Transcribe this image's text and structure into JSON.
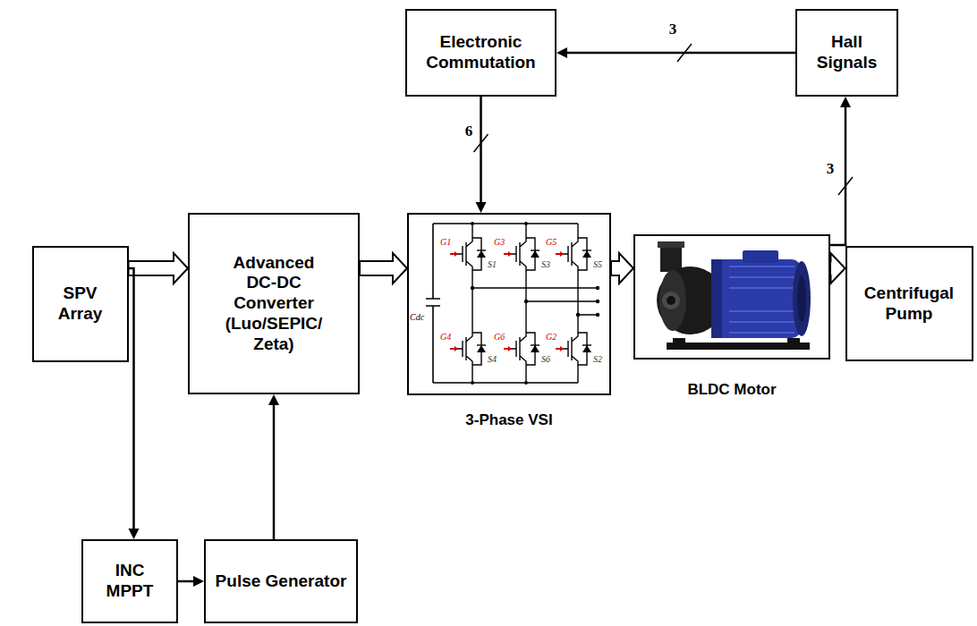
{
  "diagram": {
    "nodes": [
      {
        "text": [
          "Electronic Commutation"
        ]
      },
      {
        "text": [
          "Hall Signals"
        ]
      },
      {
        "text": [
          "SPV Array"
        ]
      },
      {
        "text": [
          "Advanced DC-DC Converter (Luo/SEPIC/ Zeta)"
        ]
      },
      {
        "text": [
          "3-Phase VSI"
        ]
      },
      {
        "text": [
          "BLDC Motor"
        ]
      },
      {
        "text": [
          "Centrifugal Pump"
        ]
      },
      {
        "text": [
          "INC MPPT"
        ]
      },
      {
        "text": [
          "Pulse Generator"
        ]
      }
    ],
    "edges": [
      {
        "from": 1,
        "to": 0,
        "arrow": "to",
        "label": "3"
      },
      {
        "from": 0,
        "to": 4,
        "arrow": "to",
        "label": "6"
      },
      {
        "from": 5,
        "to": 1,
        "arrow": "to",
        "label": "3"
      },
      {
        "from": 2,
        "to": 3,
        "arrow": "to"
      },
      {
        "from": 2,
        "to": 7,
        "arrow": "to"
      },
      {
        "from": 3,
        "to": 4,
        "arrow": "to"
      },
      {
        "from": 4,
        "to": 5,
        "arrow": "to"
      },
      {
        "from": 5,
        "to": 6,
        "arrow": "to"
      },
      {
        "from": 7,
        "to": 8,
        "arrow": "to"
      },
      {
        "from": 8,
        "to": 3,
        "arrow": "to"
      }
    ],
    "labels": [
      "G1",
      "G3",
      "G5",
      "G4",
      "G6",
      "G2",
      "S1",
      "S3",
      "S5",
      "S4",
      "S6",
      "S2",
      "Cdc"
    ]
  }
}
